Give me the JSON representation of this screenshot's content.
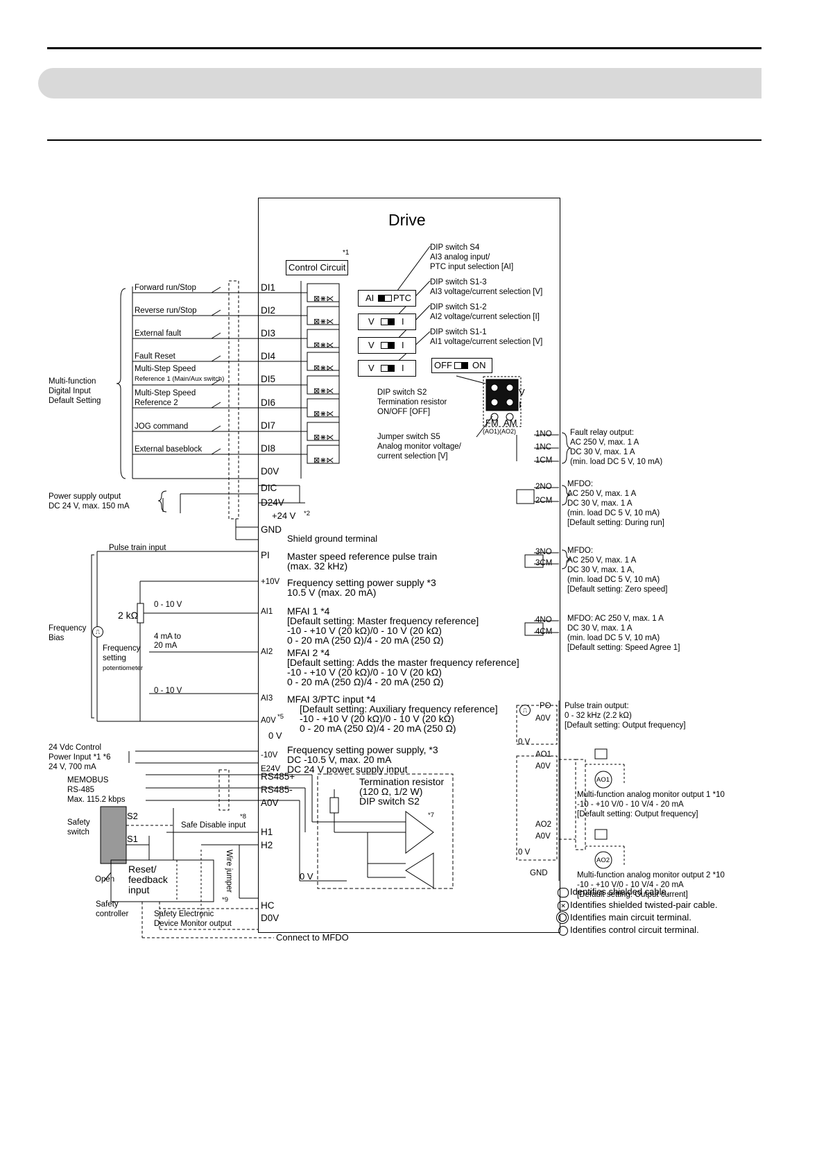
{
  "drive_title": "Drive",
  "control_circuit": "Control Circuit",
  "note_1": "*1",
  "inputs": [
    {
      "label": "Forward run/Stop",
      "terminal": "DI1"
    },
    {
      "label": "Reverse run/Stop",
      "terminal": "DI2"
    },
    {
      "label": "External fault",
      "terminal": "DI3"
    },
    {
      "label": "Fault Reset",
      "terminal": "DI4"
    },
    {
      "label_1": "Multi-Step Speed",
      "label_2": "Reference 1 (Main/Aux switch)",
      "terminal": "DI5"
    },
    {
      "label_1": "Multi-Step Speed",
      "label_2": "Reference 2",
      "terminal": "DI6"
    },
    {
      "label": "JOG command",
      "terminal": "DI7"
    },
    {
      "label": "External baseblock",
      "terminal": "DI8"
    }
  ],
  "multi_function_input": [
    "Multi-function",
    "Digital Input",
    "Default Setting"
  ],
  "terminals_left": {
    "d0v": "D0V",
    "dic": "DIC",
    "d24v": "D24V",
    "gnd": "GND",
    "pi": "PI",
    "p10v": "+10V",
    "ai1": "AI1",
    "ai2": "AI2",
    "ai3": "AI3",
    "a0v": "A0V",
    "n10v": "-10V",
    "e24v": "E24V",
    "rs485p": "RS485+",
    "rs485m": "RS485-",
    "a0v2": "A0V",
    "h1": "H1",
    "h2": "H2",
    "hc": "HC",
    "d0v2": "D0V"
  },
  "power_supply_output": [
    "Power supply output",
    "DC 24 V, max. 150 mA"
  ],
  "plus24v": "+24 V",
  "note_2": "*2",
  "shield_ground": "Shield ground terminal",
  "pulse_train_input": "Pulse train input",
  "master_speed": [
    "Master speed reference pulse train",
    "(max. 32 kHz)"
  ],
  "freq_power": "Frequency setting power supply *3",
  "freq_power_2": "10.5 V (max. 20 mA)",
  "mfai1": [
    "MFAI 1 *4",
    "[Default setting: Master frequency reference]",
    "-10 - +10 V (20 kΩ)/0 - 10 V (20 kΩ)",
    "0 - 20 mA (250 Ω)/4 - 20 mA (250 Ω)"
  ],
  "mfai2": [
    "MFAI 2 *4",
    "[Default setting: Adds the master frequency reference]",
    "-10 - +10 V (20 kΩ)/0 - 10 V (20 kΩ)",
    "0 - 20 mA (250 Ω)/4 - 20 mA (250 Ω)"
  ],
  "mfai3": [
    "MFAI 3/PTC input *4",
    "[Default setting: Auxiliary frequency reference]",
    "-10 - +10 V (20 kΩ)/0 - 10 V (20 kΩ)",
    "0 - 20 mA (250 Ω)/4 - 20 mA (250 Ω)"
  ],
  "note_5": "*5",
  "zero_v": "0 V",
  "freq_neg": [
    "Frequency setting power supply, *3",
    "DC -10.5 V, max. 20 mA"
  ],
  "e24v_desc": "DC 24 V power supply input",
  "freq_bias": [
    "Frequency",
    "Bias"
  ],
  "pot_2k": "2 kΩ",
  "v_0_10_a": "0 - 10 V",
  "ma_4_20": [
    "4 mA to",
    "20 mA"
  ],
  "freq_pot": [
    "Frequency",
    "setting",
    "potentiometer"
  ],
  "v_0_10_b": "0 - 10 V",
  "control_power": [
    "24 Vdc Control",
    "Power Input *1 *6",
    "24 V, 700 mA"
  ],
  "memobus": [
    "MEMOBUS",
    "RS-485",
    "Max. 115.2 kbps"
  ],
  "term_resistor": [
    "Termination resistor",
    "(120 Ω, 1/2 W)",
    "DIP switch S2"
  ],
  "note_7": "*7",
  "note_8": "*8",
  "note_9": "*9",
  "safety_switch": [
    "Safety",
    "switch"
  ],
  "s1": "S1",
  "s2": "S2",
  "safe_disable": "Safe Disable input",
  "wire_jumper": "Wire jumper",
  "open": "Open",
  "reset_feedback": [
    "Reset/",
    "feedback",
    "input"
  ],
  "safety_controller": [
    "Safety",
    "controller"
  ],
  "sedm": [
    "Safety Electronic",
    "Device Monitor output"
  ],
  "connect_mfdo": "Connect to MFDO",
  "zero_v2": "0 V",
  "dip_s4": [
    "DIP switch S4",
    "AI3 analog input/",
    "PTC input selection [AI]"
  ],
  "dip_s1_3": [
    "DIP switch S1-3",
    "AI3 voltage/current selection [V]"
  ],
  "dip_s1_2": [
    "DIP switch S1-2",
    "AI2 voltage/current selection [I]"
  ],
  "dip_s1_1": [
    "DIP switch S1-1",
    "AI1 voltage/current selection [V]"
  ],
  "sw_ai_ptc": [
    "AI",
    "PTC"
  ],
  "sw_v_i": [
    "V",
    "I"
  ],
  "sw_off_on": [
    "OFF",
    "ON"
  ],
  "dip_s2": [
    "DIP switch S2",
    "Termination resistor",
    "ON/OFF [OFF]"
  ],
  "jumper_s5": [
    "Jumper switch S5",
    "Analog monitor voltage/",
    "current selection [V]"
  ],
  "fm_am": [
    "FM",
    "AM"
  ],
  "ao_labels": "(AO1)(AO2)",
  "jumper_vi": [
    "V",
    "I"
  ],
  "relay_terms": [
    "1NO",
    "1NC",
    "1CM",
    "2NO",
    "2CM",
    "3NO",
    "3CM",
    "4NO",
    "4CM"
  ],
  "fault_relay": [
    "Fault relay output:",
    "AC 250 V, max. 1 A",
    "DC 30 V, max. 1 A",
    "(min. load DC 5 V, 10 mA)"
  ],
  "mfdo2": [
    "MFDO:",
    "AC 250 V, max. 1 A",
    "DC 30 V, max. 1 A",
    "(min. load DC 5 V, 10 mA)",
    "[Default setting: During run]"
  ],
  "mfdo3": [
    "MFDO:",
    "AC 250 V, max. 1 A",
    "DC 30 V, max. 1 A,",
    "(min. load DC 5 V, 10 mA)",
    "[Default setting: Zero speed]"
  ],
  "mfdo4": [
    "MFDO: AC 250 V, max. 1 A",
    "DC 30 V, max. 1 A",
    "(min. load DC 5 V, 10 mA)",
    "[Default setting: Speed Agree 1]"
  ],
  "po_terms": [
    "PO",
    "A0V"
  ],
  "pulse_out": [
    "Pulse train output:",
    "0 - 32 kHz (2.2 kΩ)",
    "[Default setting: Output frequency]"
  ],
  "ao_terms": [
    "AO1",
    "A0V",
    "0 V",
    "AO2",
    "A0V",
    "0 V",
    "GND"
  ],
  "ao1_desc": [
    "Multi-function analog monitor output 1 *10",
    "-10 - +10 V/0 - 10 V/4 - 20 mA",
    "[Default setting: Output frequency]"
  ],
  "ao2_desc": [
    "Multi-function analog monitor output 2 *10",
    "-10 - +10 V/0 - 10 V/4 - 20 mA",
    "[Default setting: Output current]"
  ],
  "meter_ao1": "AO1",
  "meter_ao2": "AO2",
  "legend": [
    "Identifies shielded cable.",
    "Identifies shielded twisted-pair cable.",
    "Identifies main circuit terminal.",
    "Identifies control circuit terminal."
  ]
}
